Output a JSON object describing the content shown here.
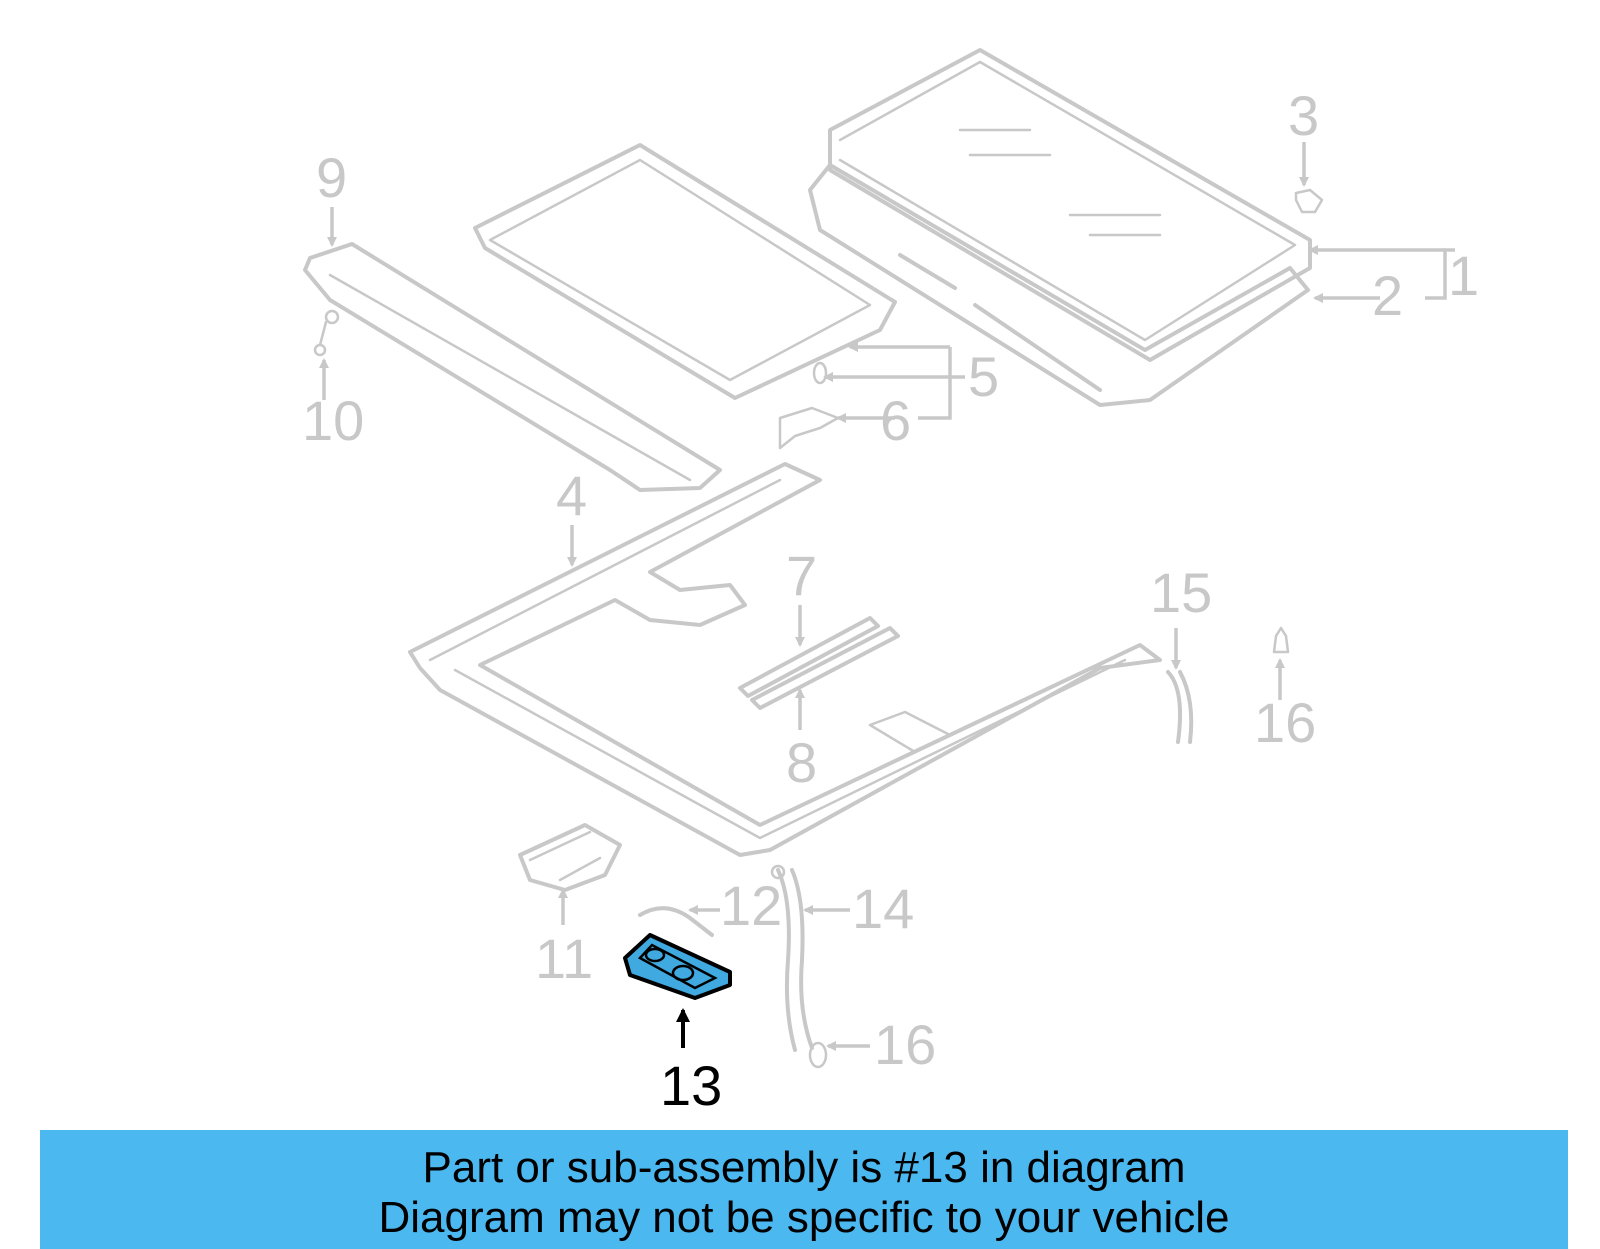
{
  "diagram": {
    "callouts": {
      "c1": "1",
      "c2": "2",
      "c3": "3",
      "c4": "4",
      "c5": "5",
      "c6": "6",
      "c7": "7",
      "c8": "8",
      "c9": "9",
      "c10": "10",
      "c11": "11",
      "c12": "12",
      "c13": "13",
      "c14": "14",
      "c15": "15",
      "c16a": "16",
      "c16b": "16"
    },
    "highlighted_part": "13",
    "colors": {
      "highlight_fill": "#3fa9e0",
      "faded_line": "#c8c8c8",
      "banner": "#4cb8f0"
    }
  },
  "banner": {
    "line1": "Part or sub-assembly is #13 in diagram",
    "line2": "Diagram may not be specific to your vehicle"
  }
}
